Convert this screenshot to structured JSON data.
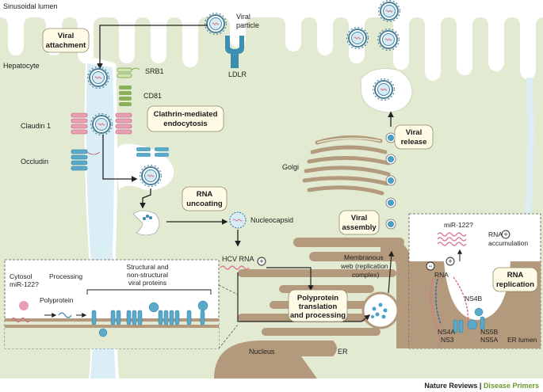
{
  "labels": {
    "sinusoidal_lumen": "Sinusoidal lumen",
    "hepatocyte": "Hepatocyte",
    "viral_particle_1": "Viral",
    "viral_particle_2": "particle",
    "ldlr": "LDLR",
    "srb1": "SRB1",
    "cd81": "CD81",
    "claudin1": "Claudin 1",
    "occludin": "Occludin",
    "golgi": "Golgi",
    "nucleocapsid": "Nucleocapsid",
    "hcv_rna": "HCV RNA",
    "membranous_1": "Membranous",
    "membranous_2": "web (replication",
    "membranous_3": "complex)",
    "mir122_top": "miR-122?",
    "rna_accum_1": "RNA",
    "rna_accum_2": "accumulation",
    "rna_strand": "RNA",
    "ns4b": "NS4B",
    "ns4a": "NS4A",
    "ns3": "NS3",
    "ns5b": "NS5B",
    "ns5a": "NS5A",
    "er_lumen": "ER lumen",
    "nucleus": "Nucleus",
    "er": "ER",
    "cytosol_1": "Cytosol",
    "cytosol_2": "miR-122?",
    "processing": "Processing",
    "polyprotein": "Polyprotein",
    "structural_1": "Structural and",
    "structural_2": "non-structural",
    "structural_3": "viral proteins",
    "plus_sign": "+",
    "minus_sign": "−"
  },
  "boxes": {
    "viral_attachment_1": "Viral",
    "viral_attachment_2": "attachment",
    "clathrin_1": "Clathrin-mediated",
    "clathrin_2": "endocytosis",
    "rna_uncoating_1": "RNA",
    "rna_uncoating_2": "uncoating",
    "viral_release_1": "Viral",
    "viral_release_2": "release",
    "viral_assembly_1": "Viral",
    "viral_assembly_2": "assembly",
    "polyprotein_1": "Polyprotein",
    "polyprotein_2": "translation",
    "polyprotein_3": "and processing",
    "rna_replication_1": "RNA",
    "rna_replication_2": "replication"
  },
  "footer": {
    "journal": "Nature Reviews",
    "separator": " | ",
    "section": "Disease Primers"
  },
  "colors": {
    "cell": "#e3ead2",
    "lumen": "#ffffff",
    "er": "#b39a7c",
    "box_fill": "#fffbe6",
    "pink": "#d9708c",
    "green_receptor": "#8ab05a",
    "blue_receptor": "#3d8fb0",
    "virus_ring": "#5a8fa8"
  }
}
